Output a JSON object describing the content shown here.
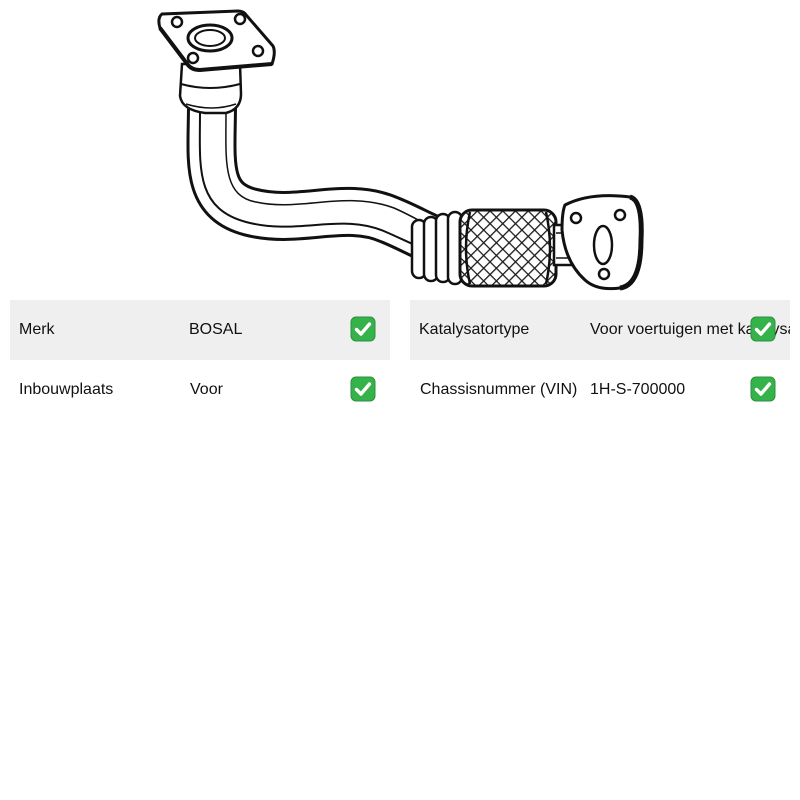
{
  "product": {
    "image_icon": "exhaust-pipe-illustration"
  },
  "specs": {
    "left": [
      {
        "label": "Merk",
        "value": "BOSAL",
        "icon": "check-icon"
      },
      {
        "label": "Inbouwplaats",
        "value": "Voor",
        "icon": "check-icon"
      }
    ],
    "right": [
      {
        "label": "Katalysatortype",
        "value": "Voor voertuigen met katalysator",
        "icon": "check-icon"
      },
      {
        "label": "Chassisnummer (VIN)",
        "value": "1H-S-700000",
        "icon": "check-icon"
      }
    ]
  },
  "colors": {
    "row_alt": "#efefef",
    "check_green": "#36b24a",
    "line": "#111111"
  }
}
